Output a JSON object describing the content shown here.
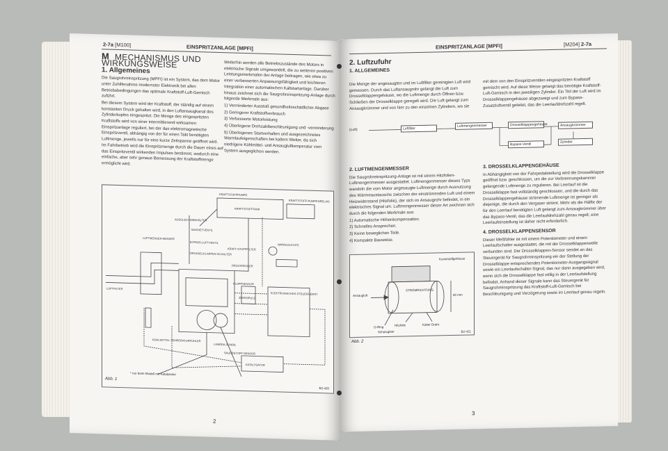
{
  "left_page": {
    "header_ref": "2-7a",
    "header_code": "[M100]",
    "header_title": "EINSPRITZANLAGE [MPFI]",
    "section_letter": "M",
    "section_title": "MECHANISMUS UND WIRKUNGSWEISE",
    "sub_number": "1.",
    "sub_title": "Allgemeines",
    "col1_paragraphs": [
      "Die Saugrohreinspritzung (MPFI) ist ein System, das dem Motor unter Zuhilfenahme modernster Elektronik bei allen Betriebsbedingungen das optimale Kraftstoff-Luft-Gemisch zuführt.",
      "Bei diesem System wird der Kraftstoff, der ständig auf einem konstanten Druck gehalten wird, in den Luftansaugkanal des Zylinderkopfes eingespritzt. Die Menge des eingespritzten Kraftstoffs wird von einer intermittierend wirksamen Einspritzanlage reguliert, bei der das elektromagnetische Einspritzventil, abhängig von der für einen Takt benötigten Luftmenge, jeweils nur für eine kurze Zeitspanne geöffnet wird. Im Fahrbetrieb wird die Einspritzmenge durch die Dauer eines auf das Einspritzventil wirkenden Impulses bestimmt, wodurch eine einfache, aber sehr genaue Bemessung der Kraftstoffmenge ermöglicht wird."
    ],
    "col2_intro": "Weiterhin werden alle Betriebszustände des Motors in elektrische Signale umgewandelt, die zu weiteren positiven Leistungsmerkmalen der Anlage beitragen, wie etwa zu einer verbesserten Anpassungsfähigkeit und leichteren Integration einer automatischen Kaltstartanlage. Darüber hinaus zeichnet sich die Saugrohreinspritzung-Anlage durch folgende Merkmale aus:",
    "col2_list": [
      "1) Verminderter Ausstoß gesundheitsschädlicher Abgase",
      "2) Geringerer Kraftstoffverbrauch",
      "3) Verbesserte Motorleistung",
      "4) Überlegene Drehzahlbeschleunigung und -verminderung",
      "5) Überlegenes Startverhalten und ausgezeichnetes Warmlaufeigenschaften bei kaltem Wetter, da sich niedrigere Kühlmittel- und Ansauglufttemperatur vom System ausgeglichen werden."
    ],
    "fig_caption": "Abb. 1",
    "fig_code": "B2-420",
    "fig_footnote": "* nur beim Modell mit Katalysator",
    "fig_labels": {
      "kraftstoffpumpe": "KRAFTSTOFFPUMPE",
      "kraftstofftank": "KRAFTSTOFFTANK",
      "filter": "KRAFTSTOFF-PUMPENRELAIS",
      "ausgleich": "AUSGLEICHSBEHÄLTER",
      "magnet": "MAGNETVENTIL",
      "luftmengen": "LUFTMENGEN-MESSER",
      "bypass": "BYPASS-LUFTVENTIL",
      "drossel": "DROSSELKLAPPEN-SCHALTER",
      "kraftstofffilter": "KRAFT-STOFFFILTER",
      "warnleuchte": "WARNLEUCHTE",
      "druckregler": "DRUCKREGLER",
      "luftfilter": "LUFTFILTER",
      "klopf": "KLOPFSENSOR",
      "zuend": "ZÜNDSPULE",
      "steuer": "ELEKTRONISCHES STEUERGERÄT",
      "temp": "KÜHLMITTEL-TEMPERATURFÜHLER",
      "lambda": "LAMBDA-SONDE",
      "sauerstoff": "SAUERSTOFF-SENSOR",
      "katalysator": "KATALYSATOR"
    },
    "page_number": "2"
  },
  "right_page": {
    "header_title": "EINSPRITZANLAGE [MPFI]",
    "header_code": "[M204]",
    "header_ref": "2-7a",
    "sub_number": "2.",
    "sub_title": "Luftzufuhr",
    "s1_title": "1. ALLGEMEINES",
    "s1_text": "Die Menge der angesaugten und im Luftfilter gereinigten Luft wird gemessen. Durch das Luftansaugrohr gelangt die Luft zum Drosselklappengehäuse, wo die Luftmenge durch Öffnen bzw. Schließen der Drosselklappe geregelt wird. Die Luft gelangt zum Ansaugkrümmer und von hier zu den einzelnen Zylindern, wo sie mit dem von den Einspritzventilen eingespritzten Kraftstoff gemischt wird. Auf diese Weise gelangt das benötigte Kraftstoff-Luft-Gemisch in den jeweiligen Zylinder. Ein Teil der Luft wird im Drosselklappengehäuse abgezweigt und zum Bypass-Zusatzluftventil geleitet, das die Leerlaufdrehzahl regelt.",
    "flow": {
      "luft": "(Luft)",
      "luftfilter": "Luftfilter",
      "luftmengen": "Luftmengenmesser",
      "drossel": "Drosselklappengehäuse",
      "bypass": "Bypass-Ventil",
      "ansaug": "Ansaugkrümmer",
      "zylinder": "Zylinder"
    },
    "s2_title": "2. LUFTMENGENMESSER",
    "s2_text": "Die Saugrohreinspritzung-Anlage ist mit einem Hitzfolien-Luftmengenmesser ausgestattet. Luftmengenmesser dieses Typs wandeln die vom Motor angesaugte Luftmenge durch Ausnutzung des Wärmeaustauschs zwischen der einströmenden Luft und einem Heizwiderstand (Hitzfolie), der sich im Ansaugrohr befindet, in ein elektrisches Signal um. Luftmengenmesser dieser Art zeichnen sich durch die folgenden Merkmale aus:",
    "s2_list": [
      "1) Automatische Höhenkompensation.",
      "2) Schnelles Ansprechen.",
      "3) Keine beweglichen Teile.",
      "4) Kompakte Bauweise."
    ],
    "fig2": {
      "gehaeuse": "Kunststoffgehäuse",
      "ansaugluft": "Ansaugluft",
      "stroem": "STRÖMRICHTUNG",
      "mm": "80 mm",
      "hitzfolie": "Hitzfolie",
      "kalter": "Kalter Draht",
      "oring": "O-Ring",
      "schutz": "Schutzgitter",
      "caption": "Abb. 2",
      "code": "B2-421"
    },
    "s3_title": "3. DROSSELKLAPPENGEHÄUSE",
    "s3_text": "In Abhängigkeit von der Fahrpedalstellung wird die Drosselklappe geöffnet bzw. geschlossen, um die zur Verbrennungskammer gelangende Luftmenge zu regulieren. Bei Leerlauf ist die Drosselklappe fast vollständig geschlossen, und die durch das Drosselklappengehäuse strömende Luftmenge ist geringer als diejenige, die durch den Vergaser strömt. Mehr als die Hälfte der für den Leerlauf benötigten Luft gelangt zum Ansaugkrümmer über das Bypass-Ventil, das die Leerlaufdrehzahl genau regelt; eine Leerlaufeinstellung ist daher nicht erforderlich.",
    "s4_title": "4. DROSSELKLAPPENSENSOR",
    "s4_text": "Dieser Meßfühler ist mit einem Potentiometer und einem Leerlaufschalter ausgestattet, die mit der Drosselklappenwelle verbunden sind. Der Drosselklappen-Sensor sendet an das Steuergerät für Saugrohreinspritzung ein der Stellung der Drosselklappe entsprechendes Potentiometer-Ausgangssignal sowie ein Leerlaufschalter-Signal, das nur dann ausgegeben wird, wenn sich die Drosselklappe fast völlig in der Leerlaufstellung befindet. Anhand dieser Signale kann das Steuergerät für Saugrohreinspritzung das Kraftstoff-Luft-Gemisch bei Beschleunigung und Verzögerung sowie im Leerlauf genau regeln.",
    "page_number": "3"
  }
}
